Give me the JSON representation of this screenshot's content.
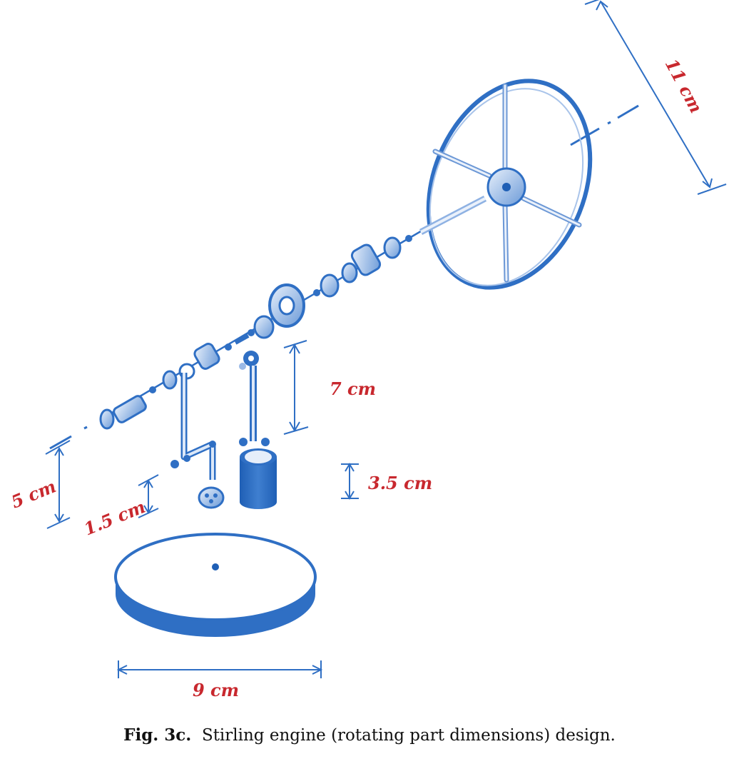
{
  "figure": {
    "dimensions": {
      "flywheel_diameter": "11 cm",
      "piston_rod_length": "7 cm",
      "cylinder_height": "3.5 cm",
      "shaft_height": "5 cm",
      "lower_gap": "1.5 cm",
      "base_diameter": "9 cm"
    },
    "colors": {
      "part": "#2f6fc4",
      "label": "#c8282e"
    }
  },
  "caption": {
    "label": "Fig. 3c.",
    "text": "Stirling engine (rotating part dimensions) design."
  }
}
